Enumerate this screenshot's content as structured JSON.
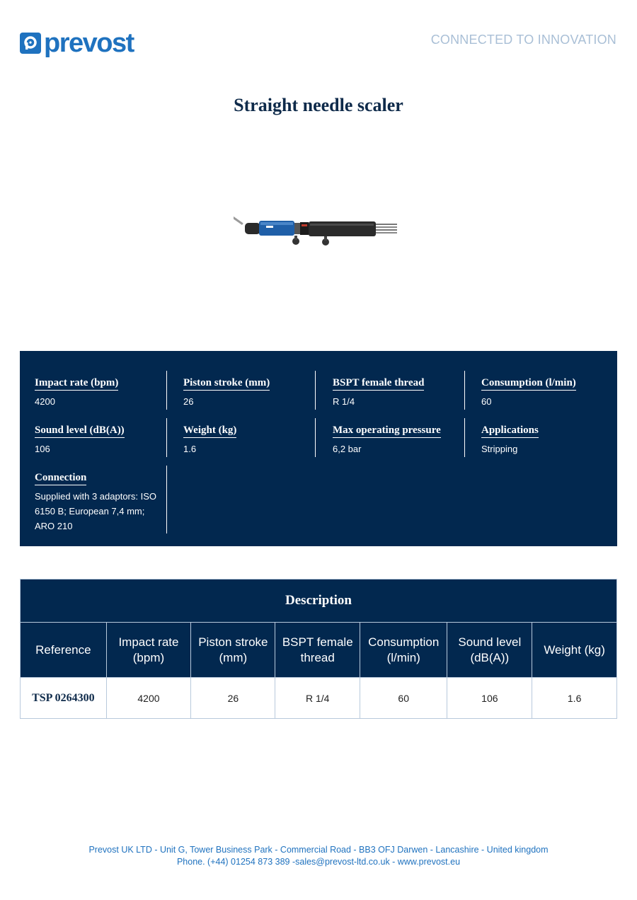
{
  "header": {
    "brand": "prevost",
    "tagline": "CONNECTED TO INNOVATION"
  },
  "title": "Straight needle scaler",
  "specs": [
    {
      "label": "Impact rate (bpm)",
      "value": "4200"
    },
    {
      "label": "Piston stroke (mm)",
      "value": "26"
    },
    {
      "label": "BSPT female thread",
      "value": "R 1/4"
    },
    {
      "label": "Consumption (l/min)",
      "value": "60"
    },
    {
      "label": "Sound level (dB(A))",
      "value": "106"
    },
    {
      "label": "Weight (kg)",
      "value": "1.6"
    },
    {
      "label": "Max operating pressure",
      "value": "6,2 bar"
    },
    {
      "label": "Applications",
      "value": "Stripping"
    },
    {
      "label": "Connection",
      "value": "Supplied with 3 adaptors: ISO 6150 B; European 7,4 mm; ARO 210"
    }
  ],
  "description": {
    "caption": "Description",
    "headers": [
      "Reference",
      "Impact rate (bpm)",
      "Piston stroke (mm)",
      "BSPT female thread",
      "Consumption (l/min)",
      "Sound level (dB(A))",
      "Weight (kg)"
    ],
    "rows": [
      [
        "TSP 0264300",
        "4200",
        "26",
        "R 1/4",
        "60",
        "106",
        "1.6"
      ]
    ]
  },
  "footer": {
    "line1": "Prevost UK LTD - Unit G, Tower Business Park - Commercial Road - BB3 OFJ Darwen - Lancashire - United kingdom",
    "line2": "Phone. (+44) 01254 873 389 -sales@prevost-ltd.co.uk - www.prevost.eu"
  },
  "colors": {
    "brand_blue": "#1f72bf",
    "navy": "#02284f",
    "tagline": "#a9bfd6"
  }
}
